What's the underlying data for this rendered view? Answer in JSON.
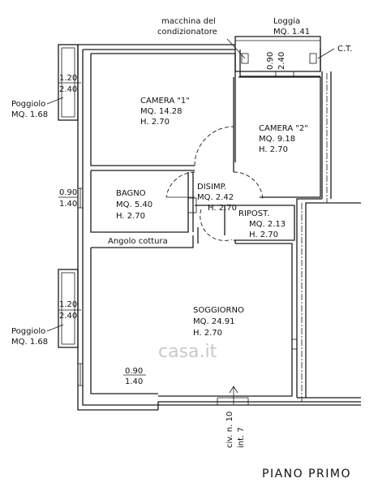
{
  "rooms": {
    "camera1": {
      "name": "CAMERA \"1\"",
      "area": "MQ. 14.28",
      "height": "H. 2.70"
    },
    "camera2": {
      "name": "CAMERA \"2\"",
      "area": "MQ. 9.18",
      "height": "H. 2.70"
    },
    "bagno": {
      "name": "BAGNO",
      "area": "MQ. 5.40",
      "height": "H. 2.70"
    },
    "disimp": {
      "name": "DISIMP.",
      "area": "MQ. 2.42",
      "height": "H. 2.70"
    },
    "ripost": {
      "name": "RIPOST.",
      "area": "MQ. 2.13",
      "height": "H. 2.70"
    },
    "soggiorno": {
      "name": "SOGGIORNO",
      "area": "MQ. 24.91",
      "height": "H. 2.70"
    },
    "angolo_cottura": "Angolo cottura"
  },
  "exterior": {
    "poggiolo_top": {
      "name": "Poggiolo",
      "area": "MQ. 1.68",
      "dim_top": "1.20",
      "dim_bottom": "2.40"
    },
    "poggiolo_bottom": {
      "name": "Poggiolo",
      "area": "MQ. 1.68",
      "dim_top": "1.20",
      "dim_bottom": "2.40"
    },
    "loggia": {
      "name": "Loggia",
      "area": "MQ. 1.41",
      "dim_top": "0.90",
      "dim_bottom": "2.40"
    },
    "condizionatore_line1": "macchina del",
    "condizionatore_line2": "condizionatore",
    "ct": "C.T."
  },
  "windows": {
    "bagno_dim_top": "0.90",
    "bagno_dim_bottom": "1.40",
    "soggiorno_dim_top": "0.90",
    "soggiorno_dim_bottom": "1.40"
  },
  "entrance": {
    "civ": "civ. n. 10",
    "int": "int. 7"
  },
  "footer": {
    "floor": "PIANO PRIMO"
  },
  "watermark": "casa.it"
}
